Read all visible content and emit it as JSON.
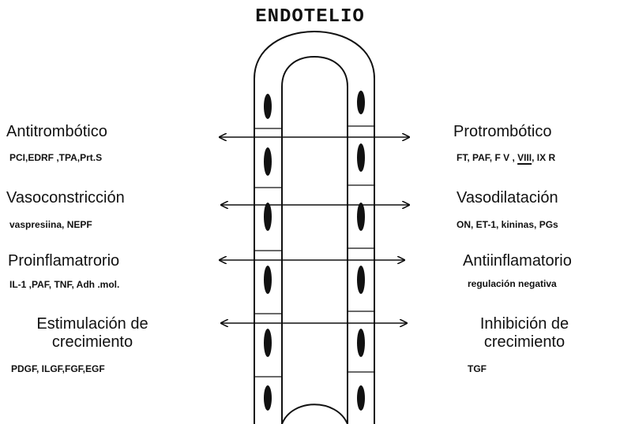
{
  "title": "ENDOTELIO",
  "rows": [
    {
      "left": {
        "heading": "Antitrombótico",
        "detail": "PCI,EDRF ,TPA,Prt.S"
      },
      "right": {
        "heading": "Protrombótico",
        "detail_prefix": "FT, PAF, F V , ",
        "detail_underlined": "VIII",
        "detail_suffix": ", IX R"
      }
    },
    {
      "left": {
        "heading": "Vasoconstricción",
        "detail": "vaspresiina, NEPF"
      },
      "right": {
        "heading": "Vasodilatación",
        "detail": "ON, ET-1, kininas, PGs"
      }
    },
    {
      "left": {
        "heading": "Proinflamatrorio",
        "detail": "IL-1 ,PAF, TNF, Adh .mol."
      },
      "right": {
        "heading": "Antiinflamatorio",
        "detail": "regulación negativa"
      }
    },
    {
      "left": {
        "heading_line1": "Estimulación de",
        "heading_line2": "crecimiento",
        "detail": "PDGF, ILGF,FGF,EGF"
      },
      "right": {
        "heading_line1": "Inhibición de",
        "heading_line2": "crecimiento",
        "detail": "TGF"
      }
    }
  ],
  "icons": {
    "arrow": "double-headed-arrow-icon",
    "vessel": "blood-vessel-icon",
    "cell_nucleus": "endothelial-nucleus-icon"
  },
  "colors": {
    "ink": "#111111",
    "background": "#ffffff"
  }
}
